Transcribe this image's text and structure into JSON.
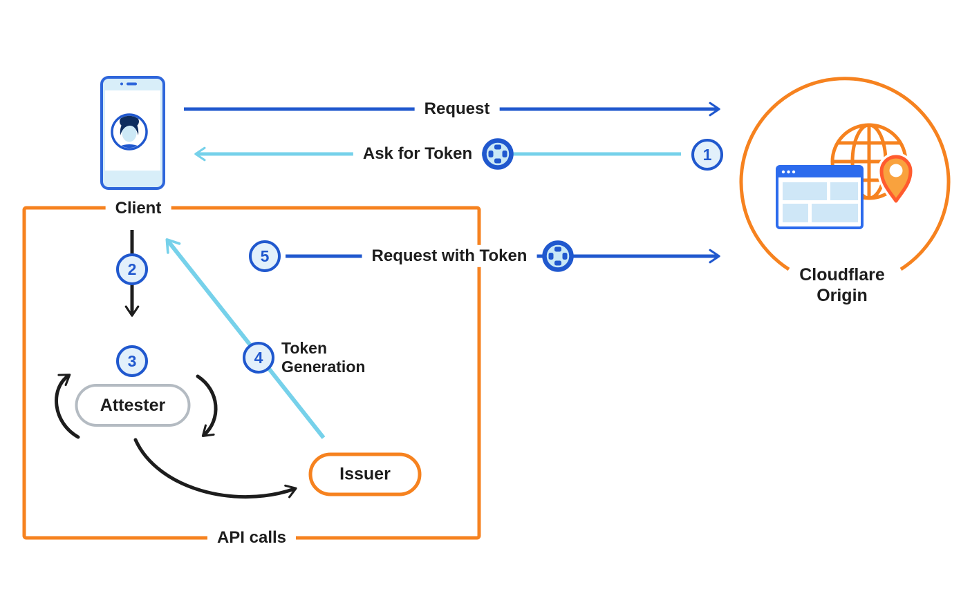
{
  "diagram": {
    "client": {
      "label": "Client"
    },
    "origin": {
      "label_line1": "Cloudflare",
      "label_line2": "Origin"
    },
    "attester": {
      "label": "Attester"
    },
    "issuer": {
      "label": "Issuer"
    },
    "api_box": {
      "label": "API calls"
    },
    "steps": {
      "request": {
        "label": "Request"
      },
      "ask_for_token": {
        "number": "1",
        "label": "Ask for Token"
      },
      "client_to_attester": {
        "number": "2"
      },
      "attestation": {
        "number": "3"
      },
      "token_generation": {
        "number": "4",
        "label_line1": "Token",
        "label_line2": "Generation"
      },
      "request_with_token": {
        "number": "5",
        "label": "Request with Token"
      }
    },
    "icons": {
      "token": "token-chip-icon",
      "client_device": "phone-icon",
      "origin": "globe-browser-pin-icon"
    },
    "colors": {
      "orange": "#f6821f",
      "blue": "#2058ce",
      "cyan": "#76d1ea",
      "pale_blue": "#e2f0fb",
      "gray_border": "#b4bbc2",
      "pin_fill": "#f9a23e",
      "pin_stroke": "#ff5b2e",
      "text": "#1d1d1d"
    }
  }
}
